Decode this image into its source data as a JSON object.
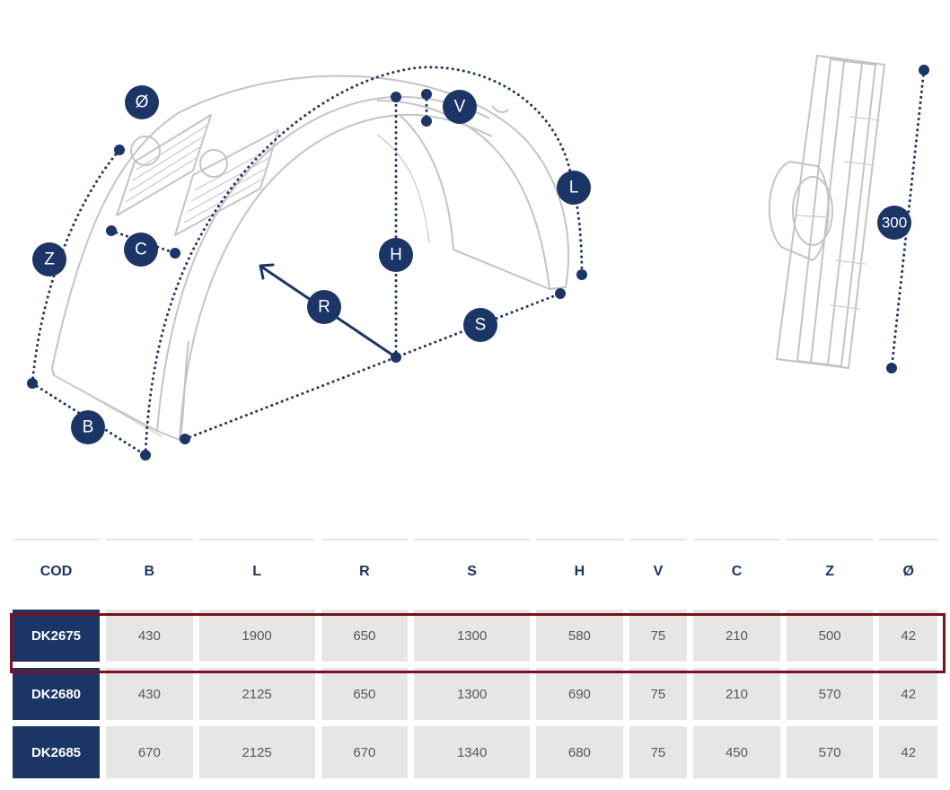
{
  "diagram": {
    "labels": {
      "dia": "Ø",
      "v": "V",
      "l": "L",
      "z": "Z",
      "c": "C",
      "h": "H",
      "r": "R",
      "s": "S",
      "b": "B",
      "w300": "300"
    }
  },
  "table": {
    "headers": [
      "COD",
      "B",
      "L",
      "R",
      "S",
      "H",
      "V",
      "C",
      "Z",
      "Ø"
    ],
    "rows": [
      [
        "DK2675",
        "430",
        "1900",
        "650",
        "1300",
        "580",
        "75",
        "210",
        "500",
        "42"
      ],
      [
        "DK2680",
        "430",
        "2125",
        "650",
        "1300",
        "690",
        "75",
        "210",
        "570",
        "42"
      ],
      [
        "DK2685",
        "670",
        "2125",
        "670",
        "1340",
        "680",
        "75",
        "450",
        "570",
        "42"
      ]
    ],
    "highlighted_row": 0
  },
  "colors": {
    "navy": "#1c3567",
    "highlight": "#7a1020",
    "cell": "#e6e6e6"
  }
}
